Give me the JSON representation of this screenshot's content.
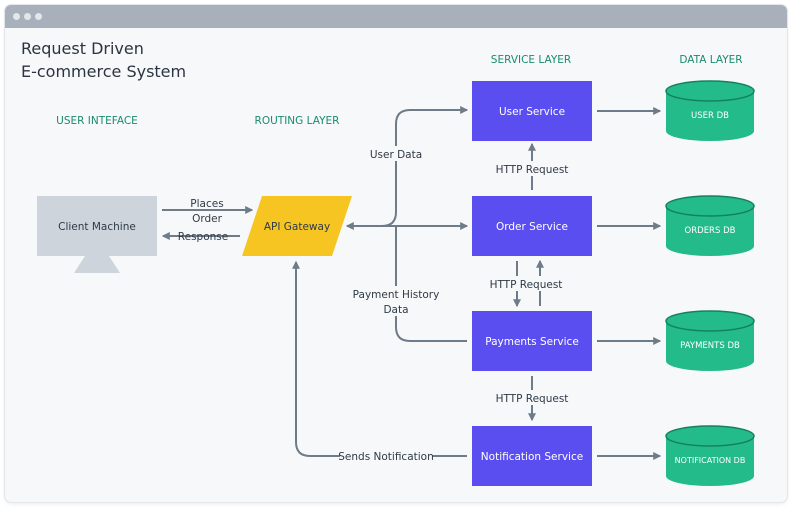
{
  "window": {
    "controls": [
      "window-dot",
      "window-dot",
      "window-dot"
    ]
  },
  "title": {
    "line1": "Request Driven",
    "line2": "E-commerce System"
  },
  "columns": {
    "user_interface": "USER INTEFACE",
    "routing": "ROUTING LAYER",
    "service": "SERVICE LAYER",
    "data": "DATA LAYER"
  },
  "client": {
    "label": "Client Machine"
  },
  "gateway": {
    "label": "API Gateway"
  },
  "services": {
    "user": "User Service",
    "order": "Order Service",
    "payments": "Payments Service",
    "notification": "Notification Service"
  },
  "databases": {
    "user": "USER DB",
    "orders": "ORDERS DB",
    "payments": "PAYMENTS DB",
    "notification": "NOTIFICATION DB"
  },
  "edges": {
    "places_line1": "Places",
    "places_line2": "Order",
    "response": "Response",
    "user_data": "User Data",
    "http_user_order": "HTTP Request",
    "http_order_payments": "HTTP Request",
    "http_payments_notification": "HTTP Request",
    "payment_history_line1": "Payment History",
    "payment_history_line2": "Data",
    "sends_notification": "Sends Notification"
  },
  "colors": {
    "service": "#5b4ef0",
    "gateway": "#f6c521",
    "client": "#cdd4dc",
    "database": "#23bb8a",
    "database_top": "#1e9e75",
    "header_text": "#1a8c6a",
    "arrow": "#6e7b88"
  }
}
